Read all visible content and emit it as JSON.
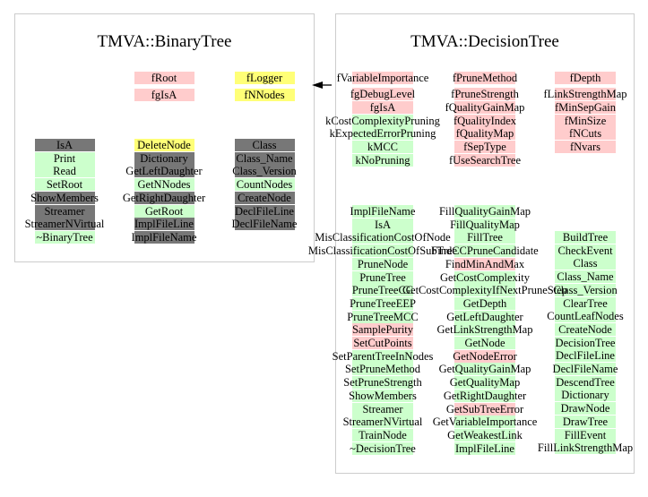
{
  "colors": {
    "pink": "#ffcccc",
    "yellow": "#ffff77",
    "green": "#ccffcc",
    "gray": "#777777",
    "border": "#cccccc",
    "arrow": "#000000"
  },
  "binary_tree": {
    "title": "TMVA::BinaryTree",
    "members_left": [
      {
        "name": "fRoot",
        "kind": "pink"
      },
      {
        "name": "fgIsA",
        "kind": "pink"
      }
    ],
    "members_right": [
      {
        "name": "fLogger",
        "kind": "yellow"
      },
      {
        "name": "fNNodes",
        "kind": "yellow"
      }
    ],
    "methods_col1": [
      {
        "name": "IsA",
        "kind": "gray"
      },
      {
        "name": "Print",
        "kind": "green"
      },
      {
        "name": "Read",
        "kind": "green"
      },
      {
        "name": "SetRoot",
        "kind": "green"
      },
      {
        "name": "ShowMembers",
        "kind": "gray"
      },
      {
        "name": "Streamer",
        "kind": "gray"
      },
      {
        "name": "StreamerNVirtual",
        "kind": "gray"
      },
      {
        "name": "~BinaryTree",
        "kind": "green"
      }
    ],
    "methods_col2": [
      {
        "name": "DeleteNode",
        "kind": "yellow"
      },
      {
        "name": "Dictionary",
        "kind": "gray"
      },
      {
        "name": "GetLeftDaughter",
        "kind": "gray"
      },
      {
        "name": "GetNNodes",
        "kind": "green"
      },
      {
        "name": "GetRightDaughter",
        "kind": "gray"
      },
      {
        "name": "GetRoot",
        "kind": "green"
      },
      {
        "name": "ImplFileLine",
        "kind": "gray"
      },
      {
        "name": "ImplFileName",
        "kind": "gray"
      }
    ],
    "methods_col3": [
      {
        "name": "Class",
        "kind": "gray"
      },
      {
        "name": "Class_Name",
        "kind": "gray"
      },
      {
        "name": "Class_Version",
        "kind": "gray"
      },
      {
        "name": "CountNodes",
        "kind": "green"
      },
      {
        "name": "CreateNode",
        "kind": "gray"
      },
      {
        "name": "DeclFileLine",
        "kind": "gray"
      },
      {
        "name": "DeclFileName",
        "kind": "gray"
      }
    ]
  },
  "decision_tree": {
    "title": "TMVA::DecisionTree",
    "members_col1_top": [
      {
        "name": "fVariableImportance",
        "kind": "pink"
      }
    ],
    "members_col1": [
      {
        "name": "fgDebugLevel",
        "kind": "pink"
      },
      {
        "name": "fgIsA",
        "kind": "pink"
      },
      {
        "name": "kCostComplexityPruning",
        "kind": "green"
      },
      {
        "name": "kExpectedErrorPruning",
        "kind": "green"
      },
      {
        "name": "kMCC",
        "kind": "green"
      },
      {
        "name": "kNoPruning",
        "kind": "green"
      }
    ],
    "members_col2_top": [
      {
        "name": "fPruneMethod",
        "kind": "pink"
      }
    ],
    "members_col2": [
      {
        "name": "fPruneStrength",
        "kind": "pink"
      },
      {
        "name": "fQualityGainMap",
        "kind": "pink"
      },
      {
        "name": "fQualityIndex",
        "kind": "pink"
      },
      {
        "name": "fQualityMap",
        "kind": "pink"
      },
      {
        "name": "fSepType",
        "kind": "pink"
      },
      {
        "name": "fUseSearchTree",
        "kind": "pink"
      }
    ],
    "members_col3_top": [
      {
        "name": "fDepth",
        "kind": "pink"
      }
    ],
    "members_col3": [
      {
        "name": "fLinkStrengthMap",
        "kind": "pink"
      },
      {
        "name": "fMinSepGain",
        "kind": "pink"
      },
      {
        "name": "fMinSize",
        "kind": "pink"
      },
      {
        "name": "fNCuts",
        "kind": "pink"
      },
      {
        "name": "fNvars",
        "kind": "pink"
      }
    ],
    "methods_col1": [
      {
        "name": "ImplFileName",
        "kind": "green"
      },
      {
        "name": "IsA",
        "kind": "green"
      },
      {
        "name": "MisClassificationCostOfNode",
        "kind": "green"
      },
      {
        "name": "MisClassificationCostOfSubTree",
        "kind": "green"
      },
      {
        "name": "PruneNode",
        "kind": "green"
      },
      {
        "name": "PruneTree",
        "kind": "green"
      },
      {
        "name": "PruneTreeCC",
        "kind": "green"
      },
      {
        "name": "PruneTreeEEP",
        "kind": "green"
      },
      {
        "name": "PruneTreeMCC",
        "kind": "green"
      },
      {
        "name": "SamplePurity",
        "kind": "pink"
      },
      {
        "name": "SetCutPoints",
        "kind": "pink"
      },
      {
        "name": "SetParentTreeInNodes",
        "kind": "green"
      },
      {
        "name": "SetPruneMethod",
        "kind": "green"
      },
      {
        "name": "SetPruneStrength",
        "kind": "green"
      },
      {
        "name": "ShowMembers",
        "kind": "green"
      },
      {
        "name": "Streamer",
        "kind": "green"
      },
      {
        "name": "StreamerNVirtual",
        "kind": "green"
      },
      {
        "name": "TrainNode",
        "kind": "green"
      },
      {
        "name": "~DecisionTree",
        "kind": "green"
      }
    ],
    "methods_col2": [
      {
        "name": "FillQualityGainMap",
        "kind": "green"
      },
      {
        "name": "FillQualityMap",
        "kind": "green"
      },
      {
        "name": "FillTree",
        "kind": "green"
      },
      {
        "name": "FindCCPruneCandidate",
        "kind": "green"
      },
      {
        "name": "FindMinAndMax",
        "kind": "pink"
      },
      {
        "name": "GetCostComplexity",
        "kind": "green"
      },
      {
        "name": "GetCostComplexityIfNextPruneStep",
        "kind": "green"
      },
      {
        "name": "GetDepth",
        "kind": "green"
      },
      {
        "name": "GetLeftDaughter",
        "kind": "green"
      },
      {
        "name": "GetLinkStrengthMap",
        "kind": "green"
      },
      {
        "name": "GetNode",
        "kind": "green"
      },
      {
        "name": "GetNodeError",
        "kind": "pink"
      },
      {
        "name": "GetQualityGainMap",
        "kind": "green"
      },
      {
        "name": "GetQualityMap",
        "kind": "green"
      },
      {
        "name": "GetRightDaughter",
        "kind": "green"
      },
      {
        "name": "GetSubTreeError",
        "kind": "pink"
      },
      {
        "name": "GetVariableImportance",
        "kind": "green"
      },
      {
        "name": "GetWeakestLink",
        "kind": "green"
      },
      {
        "name": "ImplFileLine",
        "kind": "green"
      }
    ],
    "methods_col3": [
      {
        "name": "BuildTree",
        "kind": "green"
      },
      {
        "name": "CheckEvent",
        "kind": "green"
      },
      {
        "name": "Class",
        "kind": "green"
      },
      {
        "name": "Class_Name",
        "kind": "green"
      },
      {
        "name": "Class_Version",
        "kind": "green"
      },
      {
        "name": "ClearTree",
        "kind": "green"
      },
      {
        "name": "CountLeafNodes",
        "kind": "green"
      },
      {
        "name": "CreateNode",
        "kind": "green"
      },
      {
        "name": "DecisionTree",
        "kind": "green"
      },
      {
        "name": "DeclFileLine",
        "kind": "green"
      },
      {
        "name": "DeclFileName",
        "kind": "green"
      },
      {
        "name": "DescendTree",
        "kind": "green"
      },
      {
        "name": "Dictionary",
        "kind": "green"
      },
      {
        "name": "DrawNode",
        "kind": "green"
      },
      {
        "name": "DrawTree",
        "kind": "green"
      },
      {
        "name": "FillEvent",
        "kind": "green"
      },
      {
        "name": "FillLinkStrengthMap",
        "kind": "green"
      }
    ]
  },
  "inheritance": {
    "from": "TMVA::DecisionTree",
    "to": "TMVA::BinaryTree",
    "icon": "arrow-left-icon"
  }
}
